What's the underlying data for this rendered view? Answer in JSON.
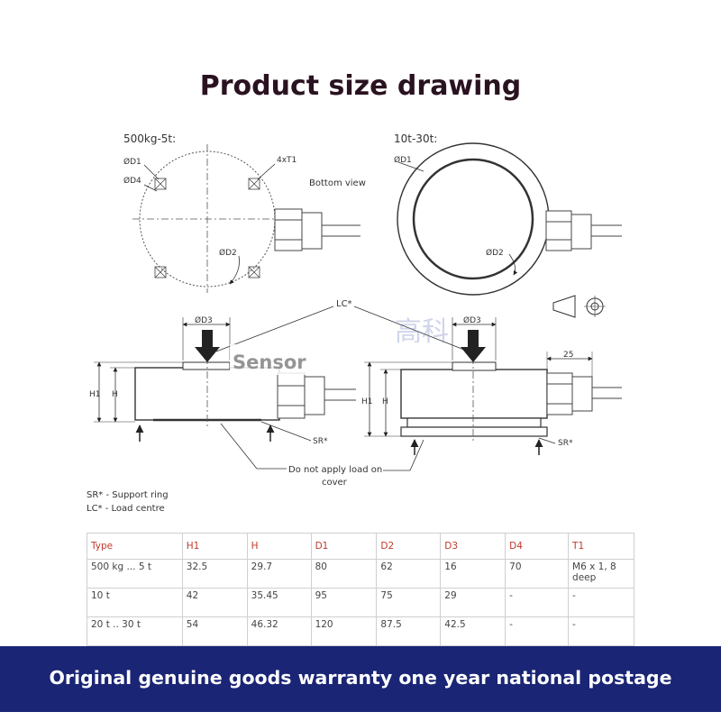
{
  "page": {
    "title": "Product size drawing",
    "banner": "Original genuine goods warranty one year national postage",
    "watermark": "Sensor",
    "watermark_cn": "高科"
  },
  "drawing": {
    "left_model": "500kg-5t:",
    "right_model": "10t-30t:",
    "bottom_view": "Bottom view",
    "d1": "ØD1",
    "d2": "ØD2",
    "d3": "ØD3",
    "d4": "ØD4",
    "t1": "4xT1",
    "lc": "LC*",
    "sr": "SR*",
    "h1": "H1",
    "h": "H",
    "dim_25": "25",
    "cover_note_1": "Do not apply load on",
    "cover_note_2": "cover"
  },
  "notes": {
    "sr": "SR* - Support ring",
    "lc": "LC* - Load centre"
  },
  "table": {
    "headers": [
      "Type",
      "H1",
      "H",
      "D1",
      "D2",
      "D3",
      "D4",
      "T1"
    ],
    "rows": [
      [
        "500 kg ... 5 t",
        "32.5",
        "29.7",
        "80",
        "62",
        "16",
        "70",
        "M6 x 1, 8 deep"
      ],
      [
        "10 t",
        "42",
        "35.45",
        "95",
        "75",
        "29",
        "-",
        "-"
      ],
      [
        "20 t .. 30 t",
        "54",
        "46.32",
        "120",
        "87.5",
        "42.5",
        "-",
        "-"
      ]
    ]
  },
  "colors": {
    "banner": "#1a2575",
    "header_text": "#c0392b"
  }
}
